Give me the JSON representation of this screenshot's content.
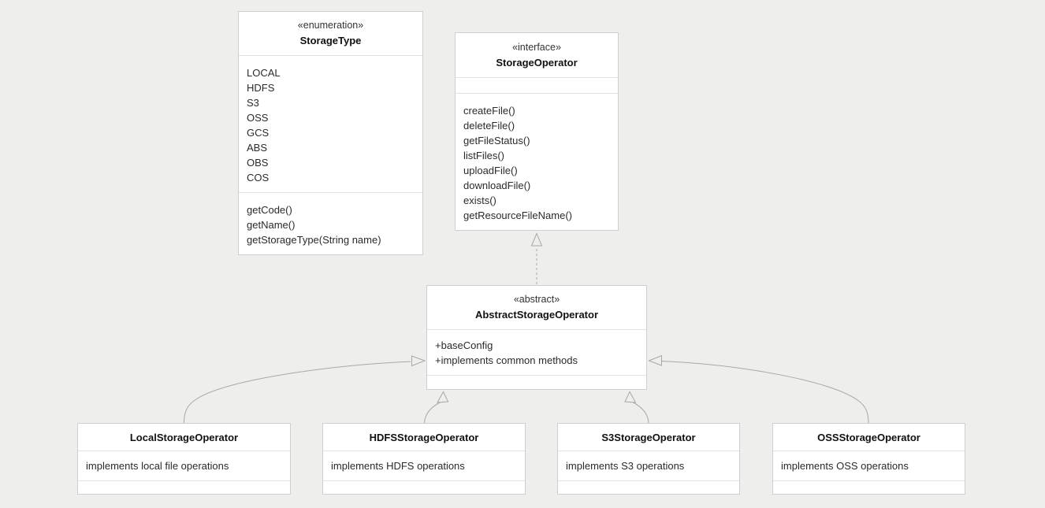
{
  "diagram": {
    "kind": "uml-class-diagram",
    "colors": {
      "background": "#eeeeec",
      "box_fill": "#ffffff",
      "box_border": "#cfcfcf",
      "divider": "#e2e2e2",
      "edge_line": "#a8a8a8",
      "text": "#1f1f1f"
    }
  },
  "classes": [
    {
      "id": "storage-type",
      "stereotype": "«enumeration»",
      "name": "StorageType",
      "attributes": [
        "LOCAL",
        "HDFS",
        "S3",
        "OSS",
        "GCS",
        "ABS",
        "OBS",
        "COS"
      ],
      "methods": [
        "getCode()",
        "getName()",
        "getStorageType(String name)"
      ]
    },
    {
      "id": "storage-operator",
      "stereotype": "«interface»",
      "name": "StorageOperator",
      "attributes": [],
      "methods": [
        "createFile()",
        "deleteFile()",
        "getFileStatus()",
        "listFiles()",
        "uploadFile()",
        "downloadFile()",
        "exists()",
        "getResourceFileName()"
      ]
    },
    {
      "id": "abstract-storage-operator",
      "stereotype": "«abstract»",
      "name": "AbstractStorageOperator",
      "attributes": [
        "+baseConfig",
        "+implements common methods"
      ],
      "methods": []
    },
    {
      "id": "local-storage-operator",
      "name": "LocalStorageOperator",
      "attributes": [
        "implements local file operations"
      ],
      "methods": []
    },
    {
      "id": "hdfs-storage-operator",
      "name": "HDFSStorageOperator",
      "attributes": [
        "implements HDFS operations"
      ],
      "methods": []
    },
    {
      "id": "s3-storage-operator",
      "name": "S3StorageOperator",
      "attributes": [
        "implements S3 operations"
      ],
      "methods": []
    },
    {
      "id": "oss-storage-operator",
      "name": "OSSStorageOperator",
      "attributes": [
        "implements OSS operations"
      ],
      "methods": []
    }
  ],
  "relationships": [
    {
      "from": "AbstractStorageOperator",
      "to": "StorageOperator",
      "type": "realization",
      "line": "dashed",
      "arrowhead": "hollow-triangle"
    },
    {
      "from": "LocalStorageOperator",
      "to": "AbstractStorageOperator",
      "type": "inheritance",
      "line": "solid",
      "arrowhead": "hollow-triangle"
    },
    {
      "from": "HDFSStorageOperator",
      "to": "AbstractStorageOperator",
      "type": "inheritance",
      "line": "solid",
      "arrowhead": "hollow-triangle"
    },
    {
      "from": "S3StorageOperator",
      "to": "AbstractStorageOperator",
      "type": "inheritance",
      "line": "solid",
      "arrowhead": "hollow-triangle"
    },
    {
      "from": "OSSStorageOperator",
      "to": "AbstractStorageOperator",
      "type": "inheritance",
      "line": "solid",
      "arrowhead": "hollow-triangle"
    }
  ]
}
